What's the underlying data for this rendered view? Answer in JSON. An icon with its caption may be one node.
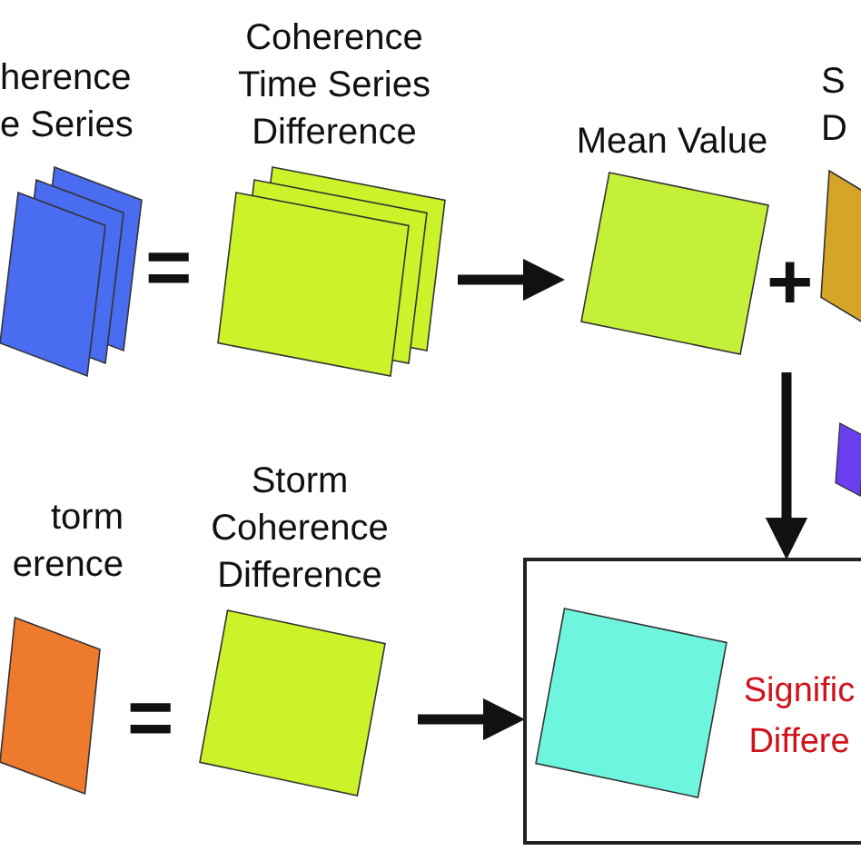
{
  "diagram": {
    "nodes": [
      {
        "text": [
          "herence e Series"
        ]
      },
      {
        "text": [
          "Coherence Time Series Difference"
        ]
      },
      {
        "text": [
          "Mean Value"
        ]
      },
      {
        "text": [
          "S D"
        ]
      },
      {
        "text": [],
        "shape": "box"
      },
      {
        "text": [
          "torm erence"
        ]
      },
      {
        "text": [
          "Storm Coherence Difference"
        ]
      },
      {
        "text": [
          "Signific Differe"
        ]
      },
      {
        "text": [],
        "shape": "box",
        "in": 7
      }
    ],
    "edges": [
      {
        "from": 1,
        "to": 2,
        "arrow": "to"
      },
      {
        "from": null,
        "to": 7,
        "arrow": "to"
      },
      {
        "from": 6,
        "to": 7,
        "arrow": "to"
      }
    ],
    "labels": [
      "=",
      "+",
      "="
    ]
  }
}
